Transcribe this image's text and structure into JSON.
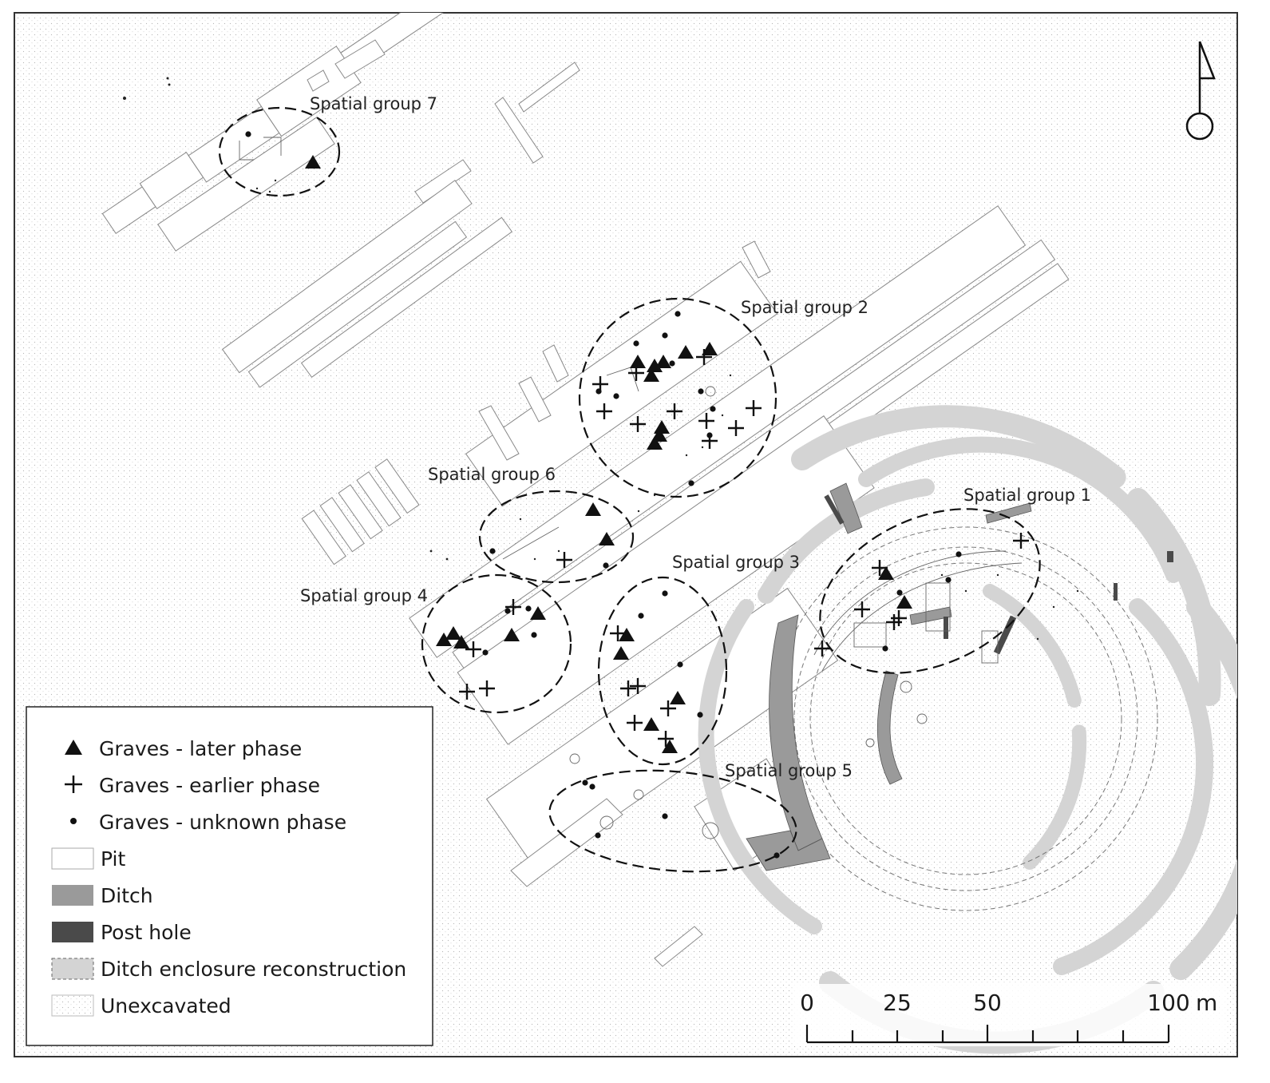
{
  "spatial_groups": [
    {
      "label": "Spatial group 1"
    },
    {
      "label": "Spatial group 2"
    },
    {
      "label": "Spatial group 3"
    },
    {
      "label": "Spatial group 4"
    },
    {
      "label": "Spatial group 5"
    },
    {
      "label": "Spatial group 6"
    },
    {
      "label": "Spatial group 7"
    }
  ],
  "legend": {
    "items": [
      {
        "symbol": "triangle",
        "label": "Graves - later phase"
      },
      {
        "symbol": "cross",
        "label": "Graves - earlier phase"
      },
      {
        "symbol": "dot",
        "label": "Graves - unknown phase"
      },
      {
        "symbol": "pit",
        "label": "Pit",
        "color": "#ffffff"
      },
      {
        "symbol": "ditch",
        "label": "Ditch",
        "color": "#9a9a9a"
      },
      {
        "symbol": "posthole",
        "label": "Post hole",
        "color": "#4a4a4a"
      },
      {
        "symbol": "reconstruction",
        "label": "Ditch enclosure reconstruction",
        "color": "#d4d4d4"
      },
      {
        "symbol": "unexcavated",
        "label": "Unexcavated",
        "color": "#efefef"
      }
    ]
  },
  "scale_bar": {
    "ticks": [
      "0",
      "25",
      "50",
      "100"
    ],
    "unit": "m"
  },
  "north_arrow": {
    "icon": "north-arrow-icon"
  },
  "colors": {
    "ditch": "#9a9a9a",
    "post_hole": "#4a4a4a",
    "reconstruction": "#d4d4d4",
    "unexcavated_dots": "#b5b5b5"
  }
}
